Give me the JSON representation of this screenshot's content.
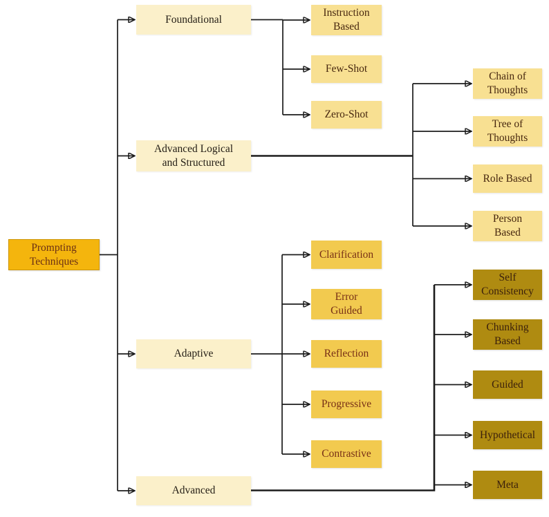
{
  "diagram": {
    "title": "Prompting Techniques",
    "root": {
      "label": "Prompting\nTechniques"
    },
    "groups": [
      {
        "label": "Foundational",
        "children": [
          "Instruction\nBased",
          "Few-Shot",
          "Zero-Shot"
        ]
      },
      {
        "label": "Advanced Logical\nand Structured",
        "children": [
          "Chain of\nThoughts",
          "Tree of\nThoughts",
          "Role Based",
          "Person\nBased"
        ]
      },
      {
        "label": "Adaptive",
        "children": [
          "Clarification",
          "Error\nGuided",
          "Reflection",
          "Progressive",
          "Contrastive"
        ]
      },
      {
        "label": "Advanced",
        "children": [
          "Self\nConsistency",
          "Chunking\nBased",
          "Guided",
          "Hypothetical",
          "Meta"
        ]
      }
    ]
  },
  "colors": {
    "canvas_bg": "#ffffff",
    "root_fill": "#f4b50d",
    "root_text": "#6b3015",
    "branch_fill": "#fbf0ca",
    "branch_text": "#221c14",
    "child_light_fill": "#f8e092",
    "child_light_text": "#47270f",
    "child_gold_fill": "#f2ca4f",
    "child_gold_text": "#772f16",
    "child_dark_fill": "#af8b11",
    "child_dark_text": "#3a1f0c",
    "line": "#1b1b1b"
  }
}
